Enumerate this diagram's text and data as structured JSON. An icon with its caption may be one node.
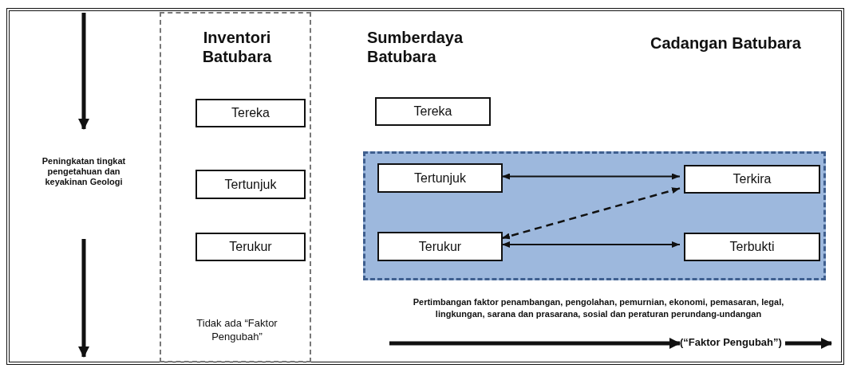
{
  "diagram": {
    "nodes": [
      {
        "text": [
          "Inventori Batubara",
          "Tidak ada “Faktor Pengubah”"
        ]
      },
      {
        "text": [
          "Tereka"
        ],
        "in": 0
      },
      {
        "text": [
          "Tertunjuk"
        ],
        "in": 0
      },
      {
        "text": [
          "Terukur"
        ],
        "in": 0
      },
      {
        "text": [
          "Tereka"
        ]
      },
      {
        "text": [],
        "shape": "box"
      },
      {
        "text": [
          "Tertunjuk"
        ],
        "in": 5
      },
      {
        "text": [
          "Terkira"
        ],
        "in": 5
      },
      {
        "text": [
          "Terukur"
        ],
        "in": 5
      },
      {
        "text": [
          "Terbukti"
        ],
        "in": 5
      }
    ],
    "edges": [
      {
        "from": 6,
        "to": 7,
        "arrow": "both"
      },
      {
        "from": 7,
        "to": 8,
        "arrow": "both",
        "style": "dashed"
      },
      {
        "from": 8,
        "to": 9,
        "arrow": "both"
      }
    ],
    "labels": [
      "Sumberdaya Batubara",
      "Cadangan Batubara",
      "Peningkatan tingkat pengetahuan dan keyakinan Geologi",
      "Pertimbangan faktor penambangan, pengolahan, pemurnian, ekonomi, pemasaran, legal, lingkungan, sarana dan prasarana, sosial dan peraturan perundang-undangan",
      "(“Faktor Pengubah”)"
    ]
  }
}
